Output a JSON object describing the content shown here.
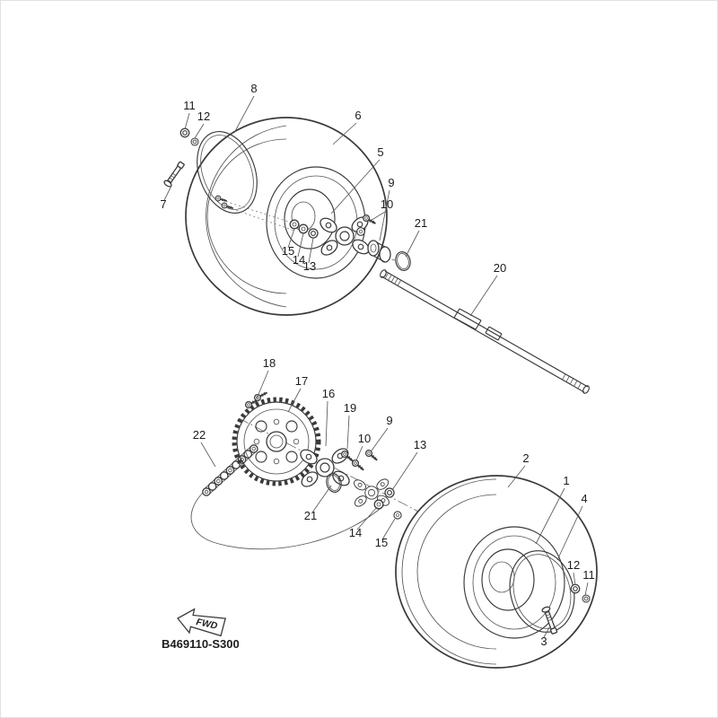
{
  "diagram": {
    "code": "B469110-S300",
    "fwd": "FWD",
    "callouts": [
      "8",
      "11",
      "12",
      "6",
      "5",
      "7",
      "9",
      "10",
      "21",
      "15",
      "14",
      "13",
      "20",
      "18",
      "17",
      "16",
      "19",
      "9",
      "10",
      "22",
      "13",
      "21",
      "14",
      "15",
      "2",
      "1",
      "4",
      "12",
      "11",
      "3"
    ]
  }
}
